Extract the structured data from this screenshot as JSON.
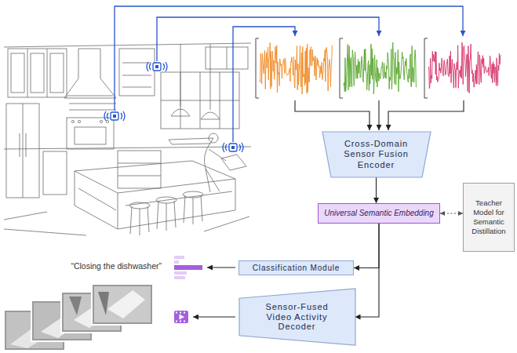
{
  "diagram": {
    "nodes": [
      {
        "text": [
          "Cross-Domain Sensor Fusion Encoder"
        ]
      },
      {
        "text": [
          "Universal Semantic Embedding"
        ]
      },
      {
        "text": [
          "Teacher Model for Semantic Distillation"
        ]
      },
      {
        "text": [
          "Classification Module"
        ]
      },
      {
        "text": [
          "Sensor-Fused Video Activity Decoder"
        ]
      }
    ],
    "edges": [
      {
        "from": 0,
        "to": 1,
        "arrow": "to"
      },
      {
        "from": 1,
        "to": 2,
        "arrow": "both"
      },
      {
        "from": 1,
        "to": 3,
        "arrow": "to"
      },
      {
        "from": 1,
        "to": 4,
        "arrow": "to"
      }
    ],
    "labels": [
      "“Closing the dishwasher”"
    ]
  }
}
